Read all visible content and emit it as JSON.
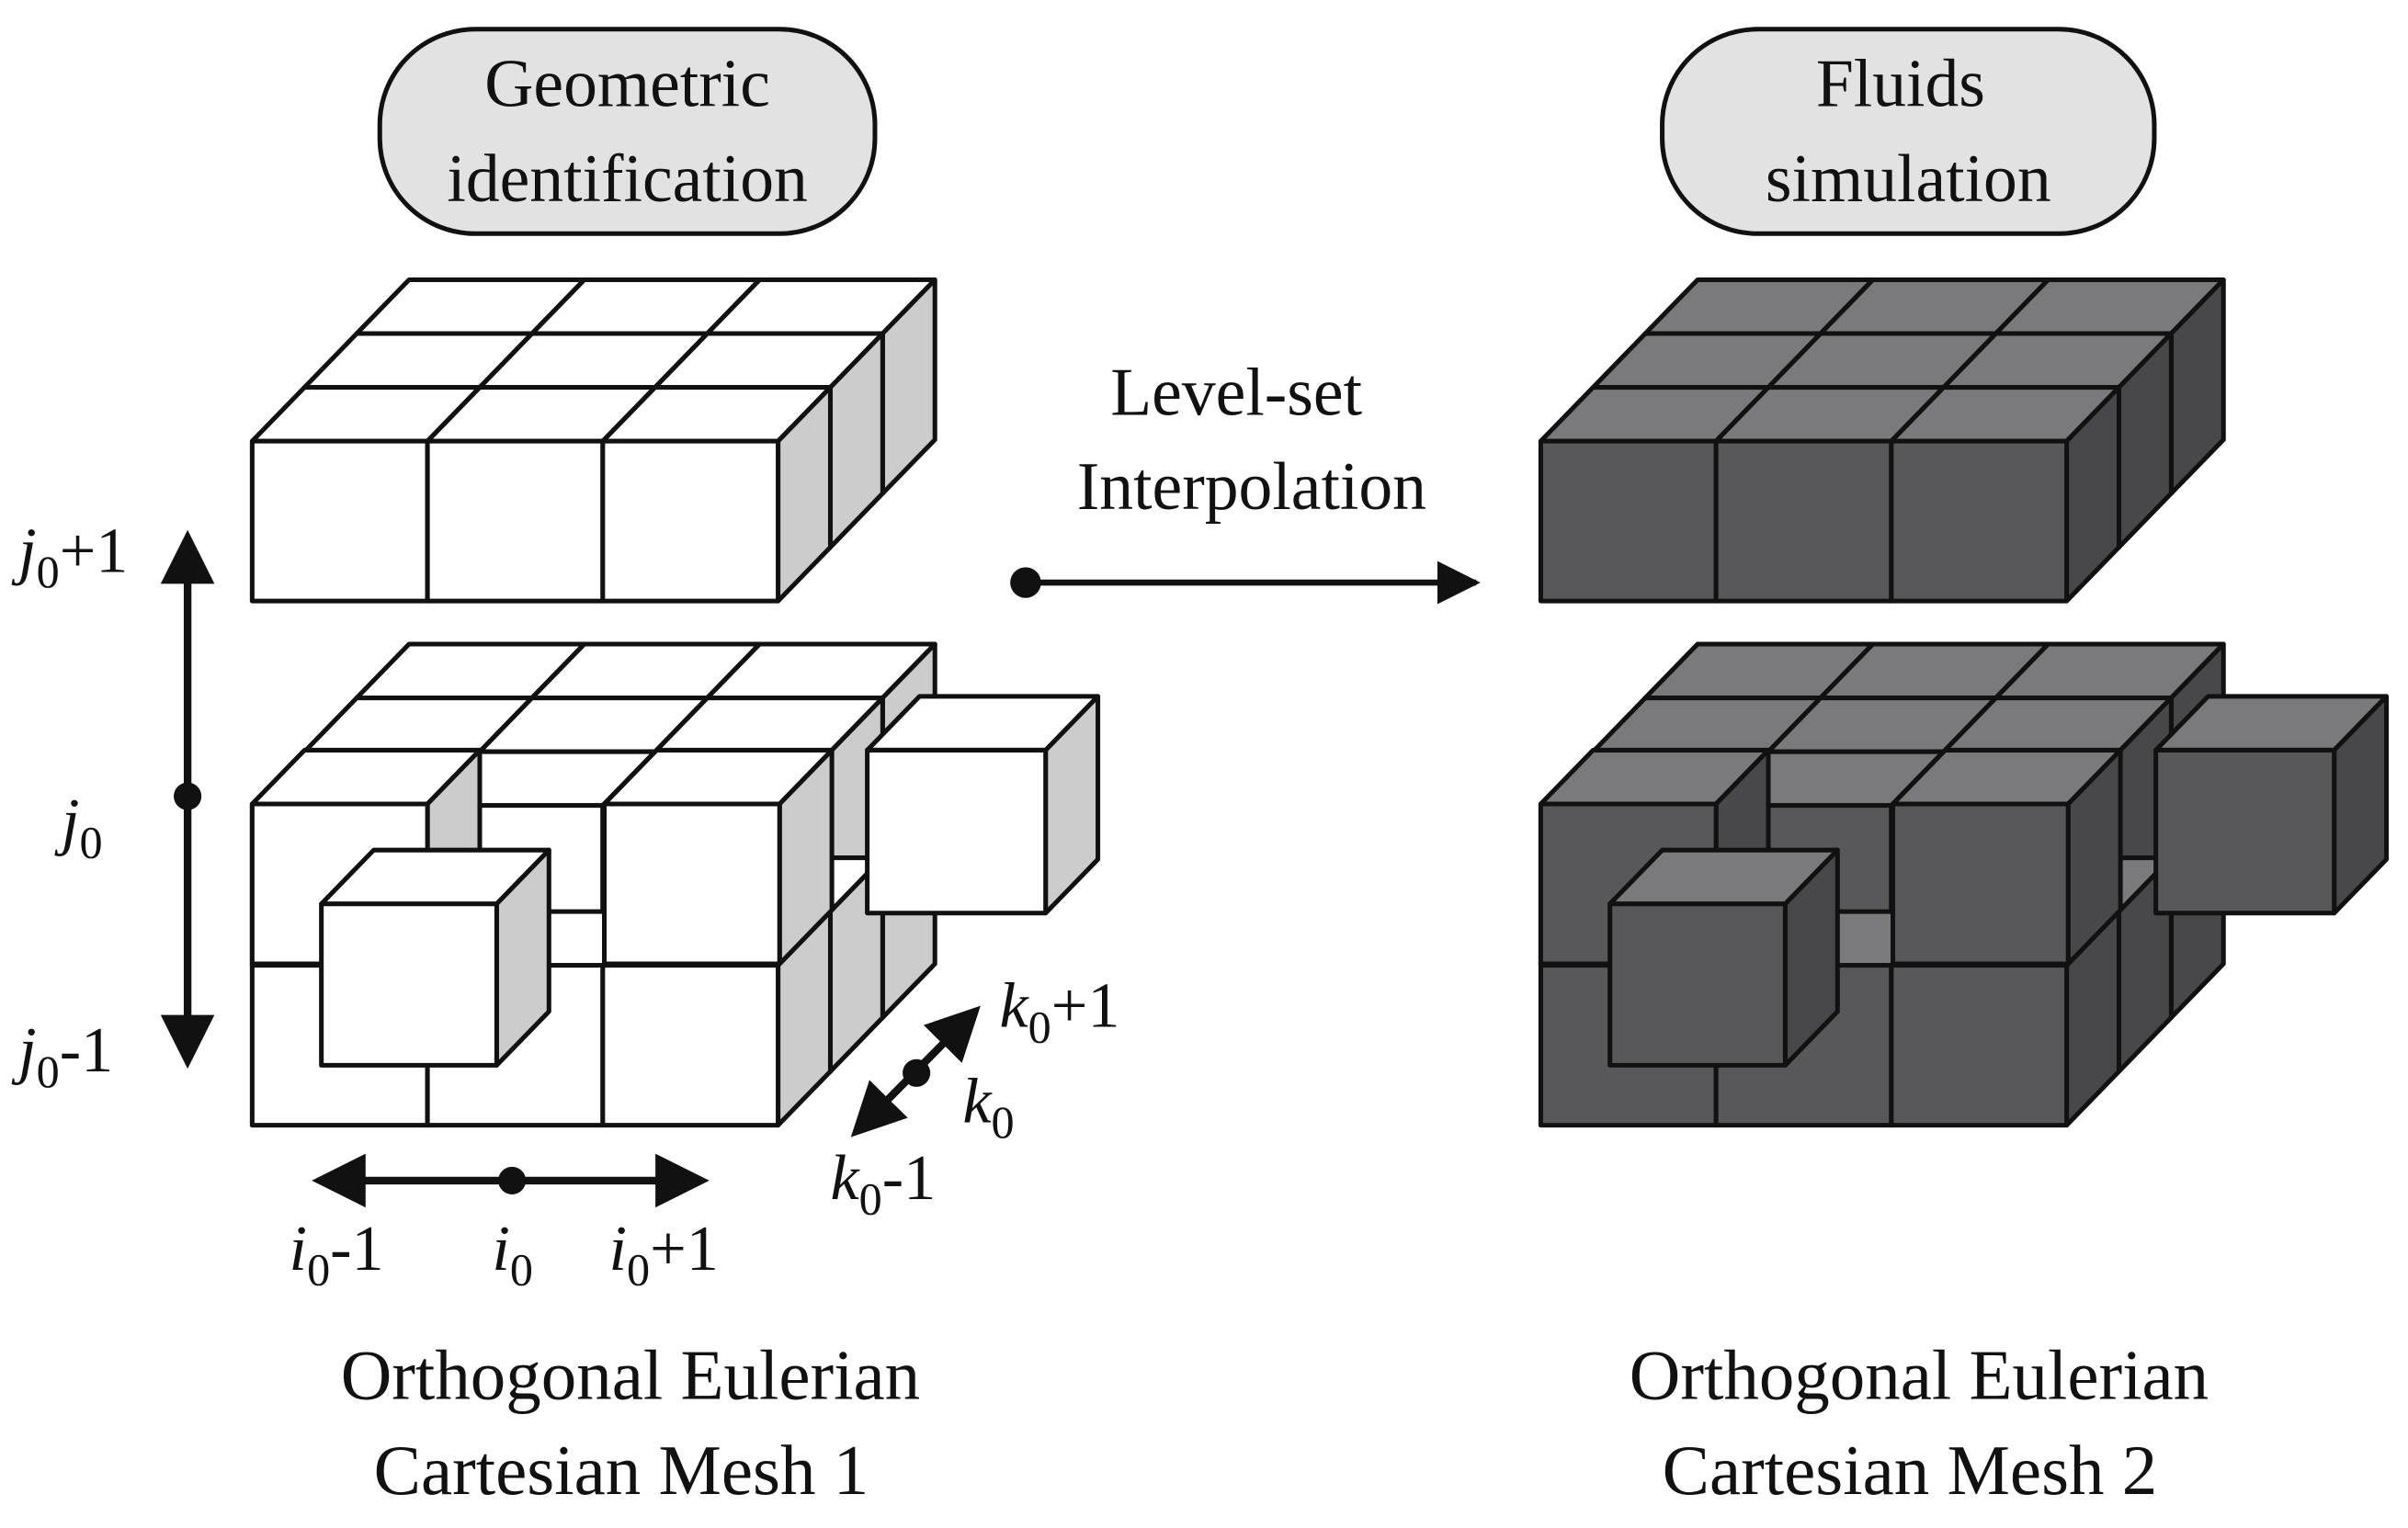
{
  "left": {
    "bubble_lines": [
      "Geometric",
      "identification"
    ],
    "caption_lines": [
      "Orthogonal Eulerian",
      "Cartesian Mesh 1"
    ],
    "axes": {
      "j_upper": {
        "var": "j",
        "sub": "0",
        "suffix": "+1"
      },
      "j_mid": {
        "var": "j",
        "sub": "0",
        "suffix": ""
      },
      "j_lower": {
        "var": "j",
        "sub": "0",
        "suffix": "-1"
      },
      "i_left": {
        "var": "i",
        "sub": "0",
        "suffix": "-1"
      },
      "i_mid": {
        "var": "i",
        "sub": "0",
        "suffix": ""
      },
      "i_right": {
        "var": "i",
        "sub": "0",
        "suffix": "+1"
      },
      "k_upper": {
        "var": "k",
        "sub": "0",
        "suffix": "+1"
      },
      "k_mid": {
        "var": "k",
        "sub": "0",
        "suffix": ""
      },
      "k_lower": {
        "var": "k",
        "sub": "0",
        "suffix": "-1"
      }
    }
  },
  "middle": {
    "arrow_label_lines": [
      "Level-set",
      "Interpolation"
    ]
  },
  "right": {
    "bubble_lines": [
      "Fluids",
      "simulation"
    ],
    "caption_lines": [
      "Orthogonal Eulerian",
      "Cartesian Mesh 2"
    ]
  },
  "colors": {
    "light_front": "#ffffff",
    "light_top": "#ffffff",
    "light_side": "#cccccc",
    "dark_front": "#58585a",
    "dark_top": "#7a7a7c",
    "dark_side": "#48484a",
    "bubble_fill": "#e2e2e2",
    "stroke": "#111111"
  }
}
